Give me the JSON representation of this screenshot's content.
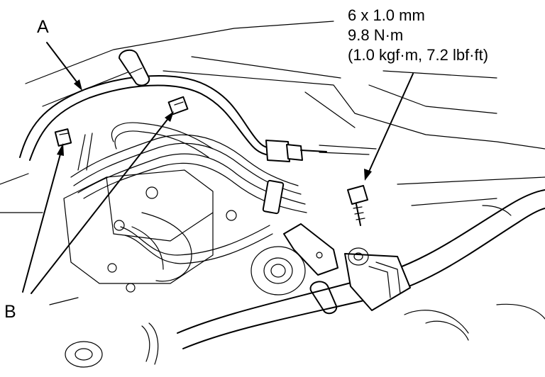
{
  "callouts": {
    "a": "A",
    "b": "B"
  },
  "bolt_spec": {
    "size": "6 x 1.0 mm",
    "torque_nm": "9.8 N·m",
    "torque_alt": "(1.0 kgf·m, 7.2 lbf·ft)"
  },
  "colors": {
    "line": "#000000",
    "background": "#ffffff"
  }
}
